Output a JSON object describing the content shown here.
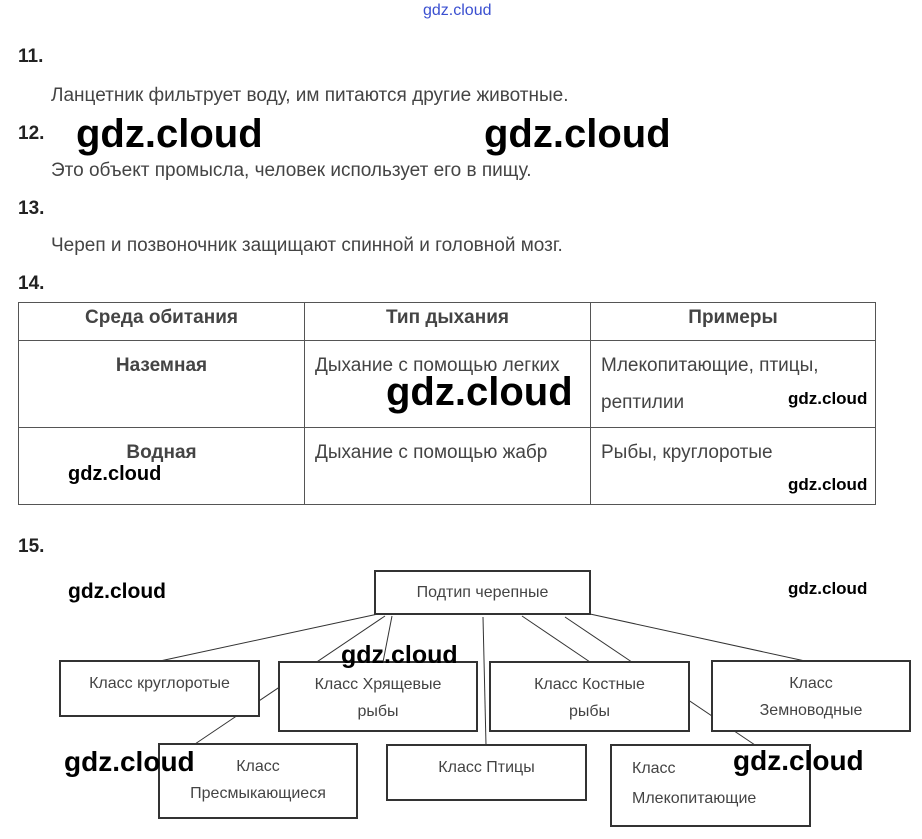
{
  "header_watermark": "gdz.cloud",
  "q11": {
    "number": "11.",
    "answer": "Ланцетник фильтрует воду, им питаются другие животные."
  },
  "q12": {
    "number": "12.",
    "answer": "Это объект промысла, человек использует его в пищу."
  },
  "q13": {
    "number": "13.",
    "answer": "Череп и позвоночник защищают спинной и головной мозг."
  },
  "q14": {
    "number": "14.",
    "headers": [
      "Среда обитания",
      "Тип дыхания",
      "Примеры"
    ],
    "rows": [
      [
        "Наземная",
        "Дыхание с помощью легких",
        "Млекопитающие, птицы, рептилии"
      ],
      [
        "Водная",
        "Дыхание с помощью жабр",
        "Рыбы, круглоротые"
      ]
    ]
  },
  "q15": {
    "number": "15.",
    "root": "Подтип черепные",
    "classes": [
      "Класс круглоротые",
      "Класс Хрящевые рыбы",
      "Класс Костные рыбы",
      "Класс Земноводные",
      "Класс Пресмыкающиеся",
      "Класс Птицы",
      "Класс Млекопитающие"
    ]
  },
  "watermark": "gdz.cloud"
}
